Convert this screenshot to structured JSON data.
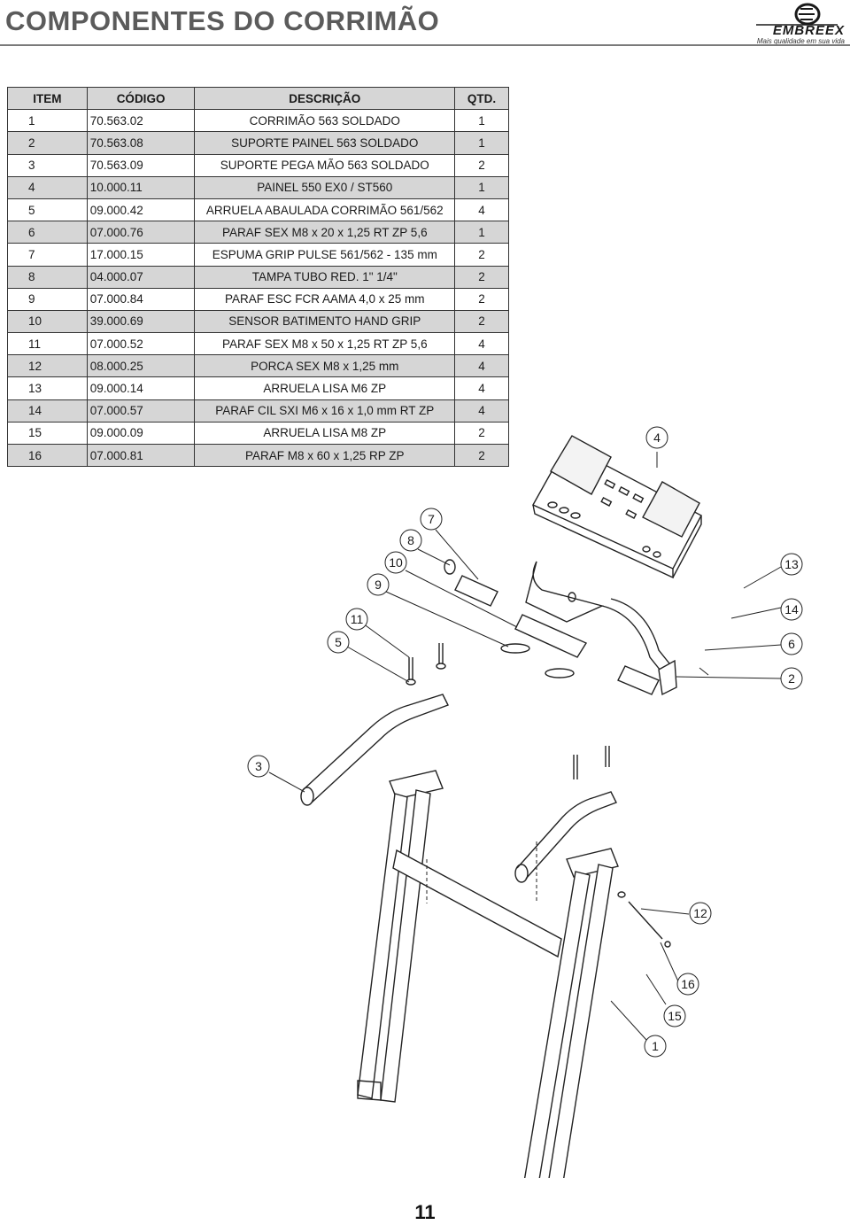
{
  "header": {
    "title": "COMPONENTES DO CORRIMÃO",
    "brand": "EMBREEX",
    "tagline": "Mais qualidade em sua vida"
  },
  "table": {
    "headers": {
      "item": "ITEM",
      "code": "CÓDIGO",
      "description": "DESCRIÇÃO",
      "qty": "QTD."
    },
    "rows": [
      {
        "item": "1",
        "code": "70.563.02",
        "description": "CORRIMÃO 563 SOLDADO",
        "qty": "1"
      },
      {
        "item": "2",
        "code": "70.563.08",
        "description": "SUPORTE PAINEL 563 SOLDADO",
        "qty": "1"
      },
      {
        "item": "3",
        "code": "70.563.09",
        "description": "SUPORTE PEGA MÃO 563 SOLDADO",
        "qty": "2"
      },
      {
        "item": "4",
        "code": "10.000.11",
        "description": "PAINEL 550 EX0 / ST560",
        "qty": "1"
      },
      {
        "item": "5",
        "code": "09.000.42",
        "description": "ARRUELA ABAULADA CORRIMÃO 561/562",
        "qty": "4"
      },
      {
        "item": "6",
        "code": "07.000.76",
        "description": "PARAF SEX M8 x 20 x 1,25 RT ZP 5,6",
        "qty": "1"
      },
      {
        "item": "7",
        "code": "17.000.15",
        "description": "ESPUMA GRIP PULSE 561/562 - 135 mm",
        "qty": "2"
      },
      {
        "item": "8",
        "code": "04.000.07",
        "description": "TAMPA TUBO RED. 1\" 1/4\"",
        "qty": "2"
      },
      {
        "item": "9",
        "code": "07.000.84",
        "description": "PARAF ESC FCR AAMA 4,0 x 25 mm",
        "qty": "2"
      },
      {
        "item": "10",
        "code": "39.000.69",
        "description": "SENSOR BATIMENTO HAND GRIP",
        "qty": "2"
      },
      {
        "item": "11",
        "code": "07.000.52",
        "description": "PARAF SEX M8 x 50 x 1,25 RT ZP 5,6",
        "qty": "4"
      },
      {
        "item": "12",
        "code": "08.000.25",
        "description": "PORCA SEX M8 x 1,25 mm",
        "qty": "4"
      },
      {
        "item": "13",
        "code": "09.000.14",
        "description": "ARRUELA LISA M6 ZP",
        "qty": "4"
      },
      {
        "item": "14",
        "code": "07.000.57",
        "description": "PARAF CIL SXI M6 x 16 x 1,0 mm RT ZP",
        "qty": "4"
      },
      {
        "item": "15",
        "code": "09.000.09",
        "description": "ARRUELA LISA M8 ZP",
        "qty": "2"
      },
      {
        "item": "16",
        "code": "07.000.81",
        "description": "PARAF M8 x 60 x 1,25 RP ZP",
        "qty": "2"
      }
    ]
  },
  "diagram": {
    "callouts": [
      "4",
      "7",
      "8",
      "10",
      "13",
      "9",
      "14",
      "11",
      "5",
      "6",
      "2",
      "3",
      "12",
      "16",
      "15",
      "1"
    ]
  },
  "footer": {
    "page_number": "11"
  }
}
